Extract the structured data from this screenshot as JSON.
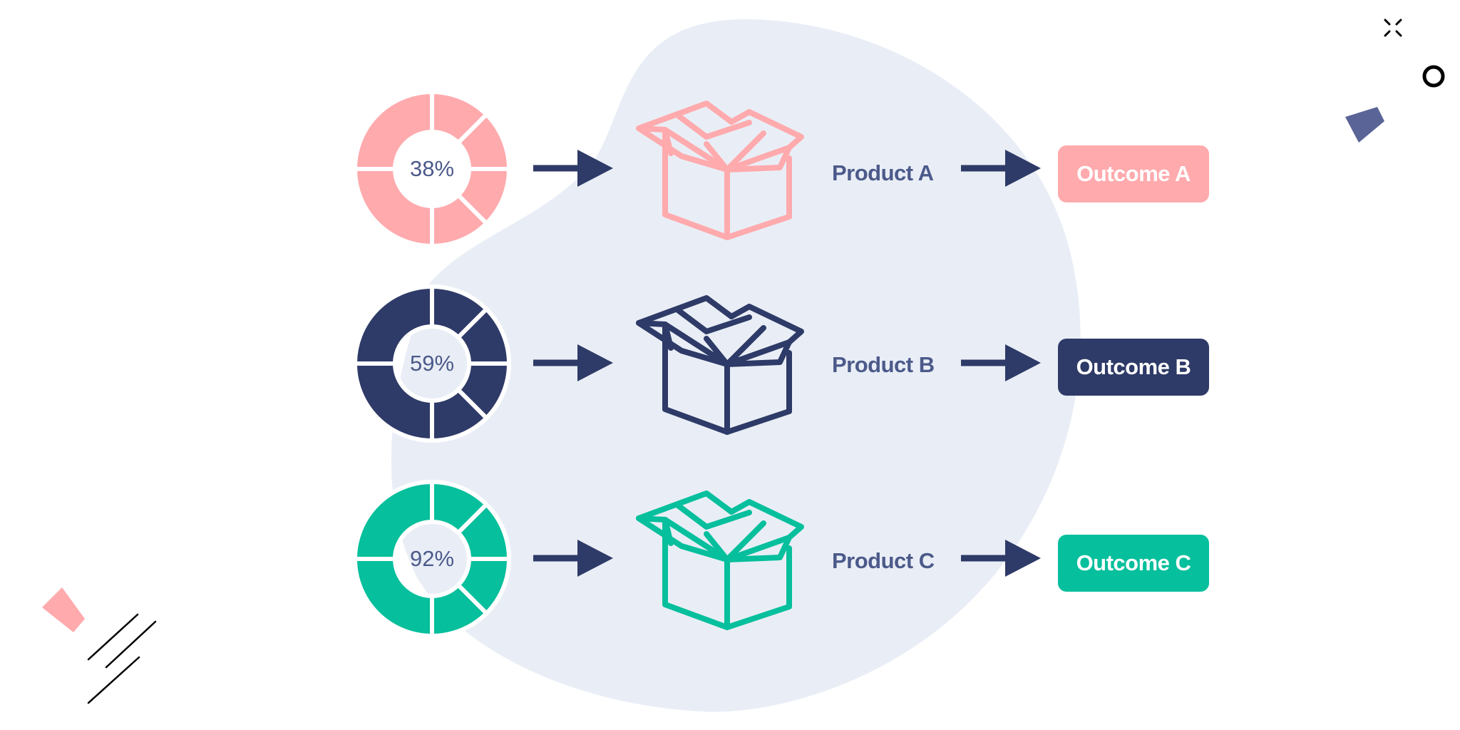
{
  "colors": {
    "pink": "#ffaaad",
    "navy": "#2e3a67",
    "teal": "#06bf9c",
    "blob": "#e9eef6",
    "label_text": "#4c5a8a",
    "arrow": "#2e3a67",
    "deco_blue": "#5a6496",
    "deco_black": "#000000"
  },
  "rows": [
    {
      "percent_label": "38%",
      "product": "Product A",
      "outcome": "Outcome A",
      "color_key": "pink"
    },
    {
      "percent_label": "59%",
      "product": "Product B",
      "outcome": "Outcome B",
      "color_key": "navy"
    },
    {
      "percent_label": "92%",
      "product": "Product C",
      "outcome": "Outcome C",
      "color_key": "teal"
    }
  ],
  "icons": {
    "donut": "segmented-donut-icon",
    "arrow": "right-arrow-icon",
    "box": "open-box-icon"
  }
}
